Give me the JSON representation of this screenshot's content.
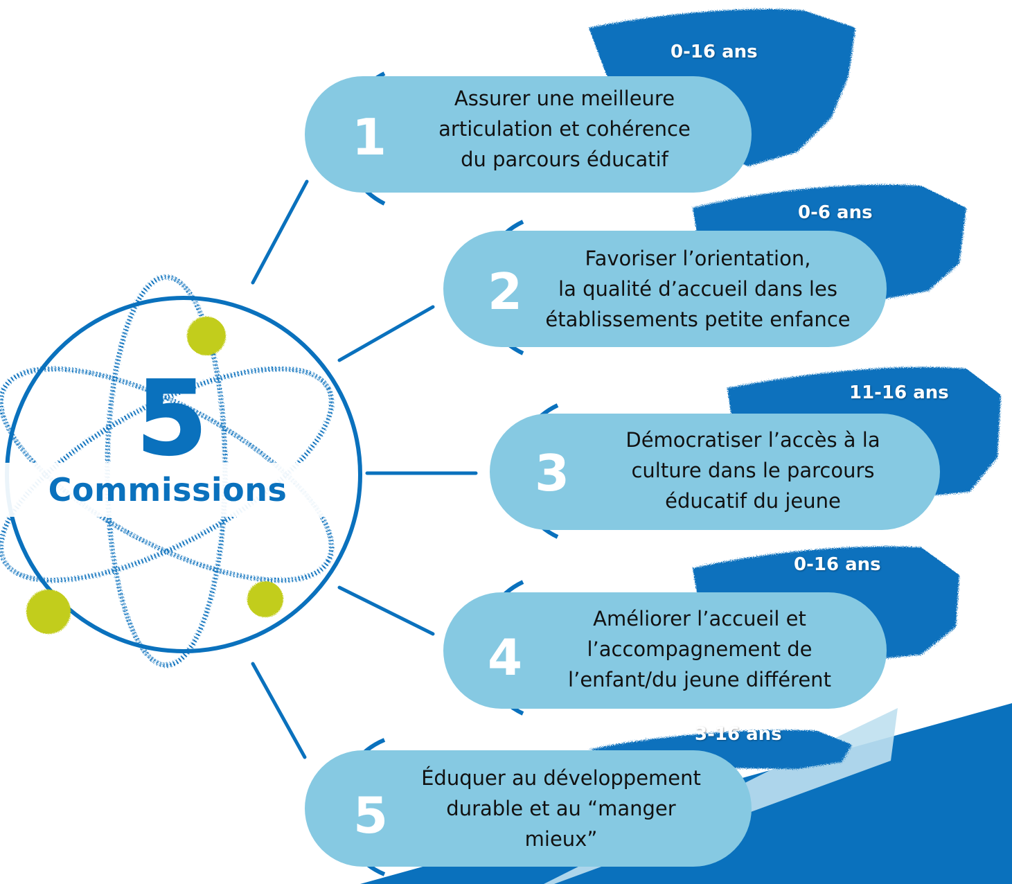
{
  "center": {
    "number": "5",
    "label": "Commissions"
  },
  "commissions": [
    {
      "number": "1",
      "lines": [
        "Assurer une meilleure",
        "articulation et cohérence",
        "du parcours éducatif"
      ],
      "age": "0-16 ans"
    },
    {
      "number": "2",
      "lines": [
        "Favoriser l’orientation,",
        "la qualité d’accueil dans les",
        "établissements petite enfance"
      ],
      "age": "0-6 ans"
    },
    {
      "number": "3",
      "lines": [
        "Démocratiser l’accès à la",
        "culture dans le parcours",
        "éducatif du jeune"
      ],
      "age": "11-16 ans"
    },
    {
      "number": "4",
      "lines": [
        "Améliorer l’accueil et",
        "l’accompagnement de",
        "l’enfant/du jeune différent"
      ],
      "age": "0-16 ans"
    },
    {
      "number": "5",
      "lines": [
        "Éduquer au développement",
        "durable et au “manger",
        "mieux”"
      ],
      "age": "3-16 ans"
    }
  ],
  "colors": {
    "brand_blue": "#0a71bd",
    "pill_blue": "#86c9e2",
    "light_blue": "#bfe0ef",
    "lime": "#c2cd1a"
  }
}
